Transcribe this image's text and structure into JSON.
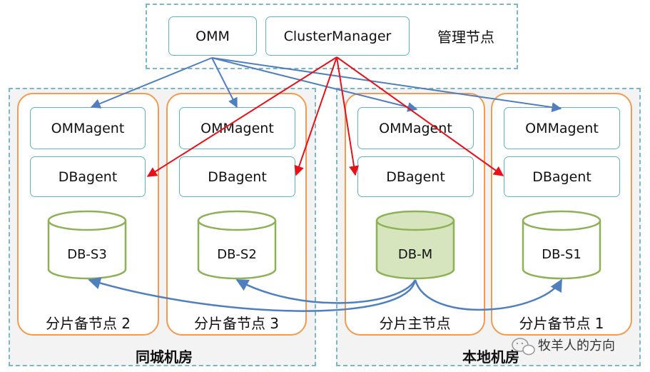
{
  "management": {
    "omm": "OMM",
    "cluster_manager": "ClusterManager",
    "label": "管理节点"
  },
  "zones": {
    "same_city": "同城机房",
    "local": "本地机房"
  },
  "shards": [
    {
      "label": "分片备节点 2",
      "omm_agent": "OMMagent",
      "db_agent": "DBagent",
      "db": "DB-S3"
    },
    {
      "label": "分片备节点 3",
      "omm_agent": "OMMagent",
      "db_agent": "DBagent",
      "db": "DB-S2"
    },
    {
      "label": "分片主节点",
      "omm_agent": "OMMagent",
      "db_agent": "DBagent",
      "db": "DB-M"
    },
    {
      "label": "分片备节点 1",
      "omm_agent": "OMMagent",
      "db_agent": "DBagent",
      "db": "DB-S1"
    }
  ],
  "watermark": "牧羊人的方向",
  "colors": {
    "omm_arrow": "#4f7fbe",
    "cluster_manager_arrow": "#e8101a",
    "db_master_fill": "#d6e5bd",
    "db_stroke": "#8db255",
    "shard_border": "#f29a4e",
    "box_border": "#5fb3c3"
  }
}
